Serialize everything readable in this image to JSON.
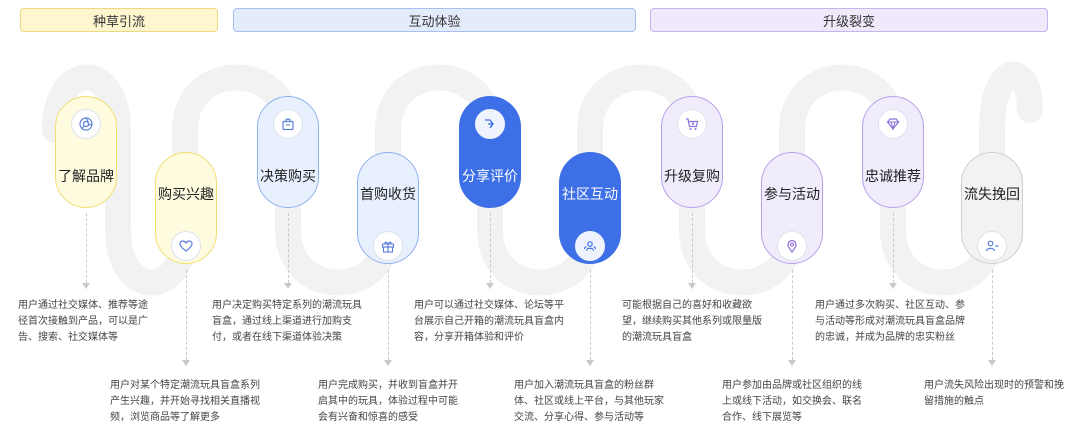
{
  "phases": [
    {
      "label": "种草引流"
    },
    {
      "label": "互动体验"
    },
    {
      "label": "升级裂变"
    }
  ],
  "steps": [
    {
      "title": "了解品牌",
      "icon": "aperture-icon",
      "desc": "用户通过社交媒体、推荐等途径首次接触到产品，可以是广告、搜索、社交媒体等",
      "color": "#f6e27a"
    },
    {
      "title": "购买兴趣",
      "icon": "heart-icon",
      "desc": "用户对某个特定潮流玩具盲盒系列产生兴趣，并开始寻找相关直播视频，浏览商品等了解更多",
      "color": "#f6e27a"
    },
    {
      "title": "决策购买",
      "icon": "shopping-bag-icon",
      "desc": "用户决定购买特定系列的潮流玩具盲盒，通过线上渠道进行加购支付，或者在线下渠道体验决策",
      "color": "#8fb0f0"
    },
    {
      "title": "首购收货",
      "icon": "gift-icon",
      "desc": "用户完成购买，并收到盲盒并开启其中的玩具，体验过程中可能会有兴奋和惊喜的感受",
      "color": "#8fb0f0"
    },
    {
      "title": "分享评价",
      "icon": "share-icon",
      "desc": "用户可以通过社交媒体、论坛等平台展示自己开箱的潮流玩具盲盒内容，分享开箱体验和评价",
      "color": "#3d6fe6"
    },
    {
      "title": "社区互动",
      "icon": "community-icon",
      "desc": "用户加入潮流玩具盲盒的粉丝群体、社区或线上平台，与其他玩家交流、分享心得、参与活动等",
      "color": "#3d6fe6"
    },
    {
      "title": "升级复购",
      "icon": "cart-icon",
      "desc": "可能根据自己的喜好和收藏欲望，继续购买其他系列或限量版的潮流玩具盲盒",
      "color": "#b49ae8"
    },
    {
      "title": "参与活动",
      "icon": "location-pin-icon",
      "desc": "用户参加由品牌或社区组织的线上或线下活动，如交换会、联名合作、线下展览等",
      "color": "#b49ae8"
    },
    {
      "title": "忠诚推荐",
      "icon": "diamond-icon",
      "desc": "用户通过多次购买、社区互动、参与活动等形成对潮流玩具盲盒品牌的忠诚，并成为品牌的忠实粉丝",
      "color": "#b49ae8"
    },
    {
      "title": "流失挽回",
      "icon": "user-minus-icon",
      "desc": "用户流失风险出现时的预警和挽留措施的触点",
      "color": "#c9c9c9"
    }
  ]
}
